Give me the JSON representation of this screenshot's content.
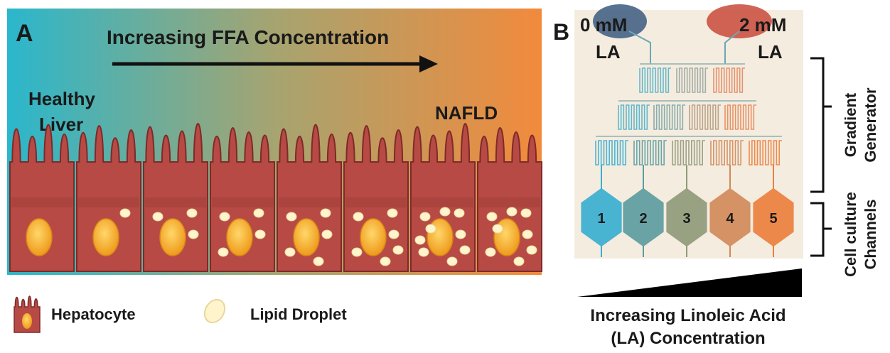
{
  "panelA": {
    "letter": "A",
    "arrow_label": "Increasing FFA Concentration",
    "left_label_line1": "Healthy",
    "left_label_line2": "Liver",
    "right_label": "NAFLD",
    "legend": {
      "hepatocyte": "Hepatocyte",
      "lipid_droplet": "Lipid Droplet"
    },
    "colors": {
      "gradient_start": "#2ab7cc",
      "gradient_mid": "#a6a470",
      "gradient_end": "#f28a3c",
      "cell": "#b74a45",
      "nucleus": "#f5a623",
      "droplet": "#fff4cc"
    }
  },
  "panelB": {
    "letter": "B",
    "inlet_left_line1": "0 mM",
    "inlet_left_line2": "LA",
    "inlet_right_line1": "2 mM",
    "inlet_right_line2": "LA",
    "brackets": {
      "top_line1": "Gradient",
      "top_line2": "Generator",
      "bottom_line1": "Cell culture",
      "bottom_line2": "Channels"
    },
    "chambers": [
      "1",
      "2",
      "3",
      "4",
      "5"
    ],
    "chamber_colors": [
      "#3aaed0",
      "#5d9ca0",
      "#8f9a7a",
      "#d08a5a",
      "#ec7f3e"
    ],
    "concentration_label_line1": "Increasing Linoleic Acid",
    "concentration_label_line2": "(LA) Concentration"
  }
}
